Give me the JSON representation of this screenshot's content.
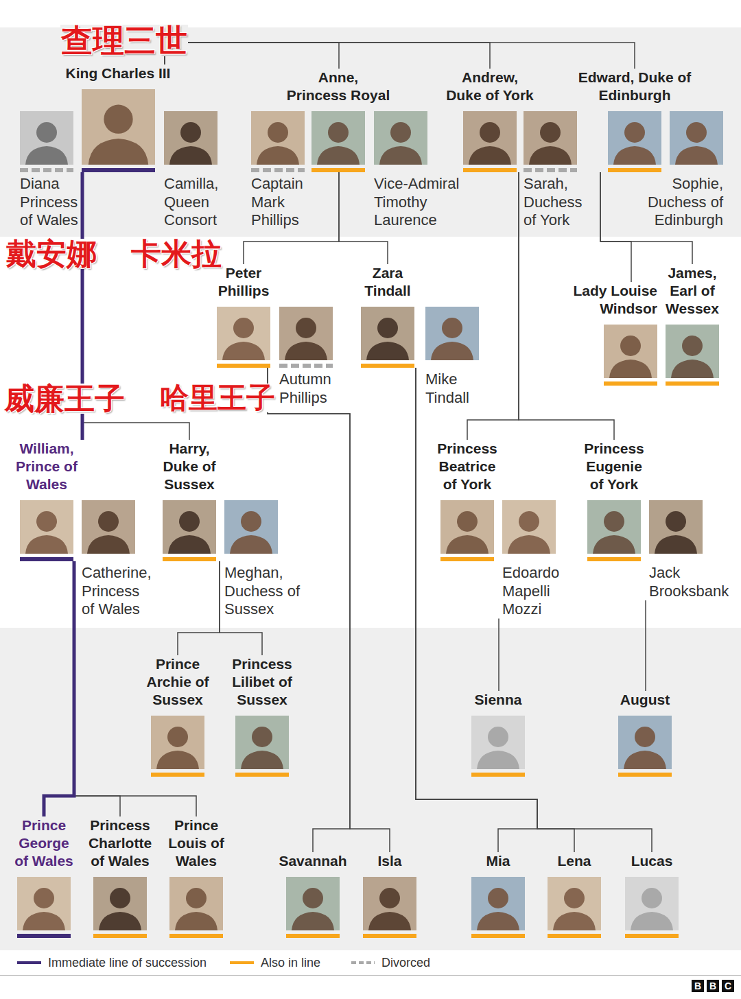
{
  "diagram": {
    "nodes": [
      {
        "text": [
          "King Charles III"
        ]
      },
      {
        "text": [
          "Anne, Princess Royal"
        ]
      },
      {
        "text": [
          "Andrew, Duke of York"
        ]
      },
      {
        "text": [
          "Edward, Duke of Edinburgh"
        ]
      },
      {
        "text": [
          "Diana Princess of Wales"
        ]
      },
      {
        "text": [
          "Camilla, Queen Consort"
        ]
      },
      {
        "text": [
          "Captain Mark Phillips"
        ]
      },
      {
        "text": [
          "Vice-Admiral Timothy Laurence"
        ]
      },
      {
        "text": [
          "Sarah, Duchess of York"
        ]
      },
      {
        "text": [
          "Sophie, Duchess of Edinburgh"
        ]
      },
      {
        "text": [
          "Peter Phillips"
        ]
      },
      {
        "text": [
          "Zara Tindall"
        ]
      },
      {
        "text": [
          "Lady Louise Windsor"
        ]
      },
      {
        "text": [
          "James, Earl of Wessex"
        ]
      },
      {
        "text": [
          "Autumn Phillips"
        ]
      },
      {
        "text": [
          "Mike Tindall"
        ]
      },
      {
        "text": [
          "William, Prince of Wales"
        ]
      },
      {
        "text": [
          "Harry, Duke of Sussex"
        ]
      },
      {
        "text": [
          "Princess Beatrice of York"
        ]
      },
      {
        "text": [
          "Princess Eugenie of York"
        ]
      },
      {
        "text": [
          "Catherine, Princess of Wales"
        ]
      },
      {
        "text": [
          "Meghan, Duchess of Sussex"
        ]
      },
      {
        "text": [
          "Edoardo Mapelli Mozzi"
        ]
      },
      {
        "text": [
          "Jack Brooksbank"
        ]
      },
      {
        "text": [
          "Prince Archie of Sussex"
        ]
      },
      {
        "text": [
          "Princess Lilibet of Sussex"
        ]
      },
      {
        "text": [
          "Sienna"
        ]
      },
      {
        "text": [
          "August"
        ]
      },
      {
        "text": [
          "Prince George of Wales"
        ]
      },
      {
        "text": [
          "Princess Charlotte of Wales"
        ]
      },
      {
        "text": [
          "Prince Louis of Wales"
        ]
      },
      {
        "text": [
          "Savannah"
        ]
      },
      {
        "text": [
          "Isla"
        ]
      },
      {
        "text": [
          "Mia"
        ]
      },
      {
        "text": [
          "Lena"
        ]
      },
      {
        "text": [
          "Lucas"
        ]
      }
    ],
    "edges": [
      {
        "from": 0,
        "to": 1,
        "arrow": "none"
      },
      {
        "from": 0,
        "to": 2,
        "arrow": "none"
      },
      {
        "from": 0,
        "to": 3,
        "arrow": "none"
      },
      {
        "from": 0,
        "to": 16,
        "arrow": "none"
      },
      {
        "from": 0,
        "to": 17,
        "arrow": "none"
      },
      {
        "from": 1,
        "to": 10,
        "arrow": "none"
      },
      {
        "from": 1,
        "to": 11,
        "arrow": "none"
      },
      {
        "from": 2,
        "to": 18,
        "arrow": "none"
      },
      {
        "from": 2,
        "to": 19,
        "arrow": "none"
      },
      {
        "from": 3,
        "to": 12,
        "arrow": "none"
      },
      {
        "from": 3,
        "to": 13,
        "arrow": "none"
      },
      {
        "from": 17,
        "to": 24,
        "arrow": "none"
      },
      {
        "from": 17,
        "to": 25,
        "arrow": "none"
      },
      {
        "from": 22,
        "to": 26,
        "arrow": "none"
      },
      {
        "from": 23,
        "to": 27,
        "arrow": "none"
      },
      {
        "from": 16,
        "to": 28,
        "arrow": "none"
      },
      {
        "from": 16,
        "to": 29,
        "arrow": "none"
      },
      {
        "from": 16,
        "to": 30,
        "arrow": "none"
      },
      {
        "from": 10,
        "to": 31,
        "arrow": "none"
      },
      {
        "from": 10,
        "to": 32,
        "arrow": "none"
      },
      {
        "from": 11,
        "to": 33,
        "arrow": "none"
      },
      {
        "from": 11,
        "to": 34,
        "arrow": "none"
      },
      {
        "from": 11,
        "to": 35,
        "arrow": "none"
      }
    ],
    "labels": [
      "查理三世",
      "戴安娜",
      "卡米拉",
      "威廉王子",
      "哈里王子",
      "BBC"
    ],
    "legend": [
      {
        "text": "Immediate line of succession"
      },
      {
        "text": "Also in line"
      },
      {
        "text": "Divorced"
      }
    ]
  }
}
